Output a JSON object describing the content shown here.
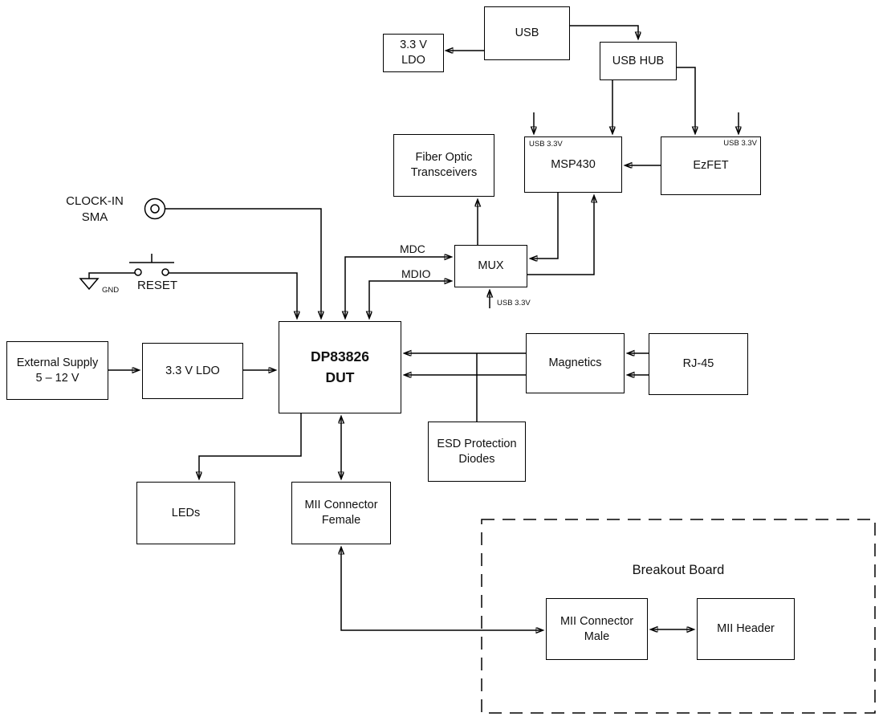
{
  "blocks": {
    "usb": {
      "label": "USB"
    },
    "ldo_top": {
      "label": "3.3 V\nLDO"
    },
    "usb_hub": {
      "label": "USB HUB"
    },
    "fiber": {
      "label": "Fiber Optic\nTransceivers"
    },
    "msp430": {
      "label": "MSP430",
      "supply_label": "USB 3.3V"
    },
    "ezfet": {
      "label": "EzFET",
      "supply_label": "USB 3.3V"
    },
    "mux": {
      "label": "MUX",
      "supply_label": "USB 3.3V"
    },
    "dut": {
      "label": "DP83826\nDUT"
    },
    "ext_supply": {
      "label": "External Supply\n5 – 12 V"
    },
    "ldo_left": {
      "label": "3.3 V LDO"
    },
    "magnetics": {
      "label": "Magnetics"
    },
    "rj45": {
      "label": "RJ-45"
    },
    "esd": {
      "label": "ESD Protection\nDiodes"
    },
    "leds": {
      "label": "LEDs"
    },
    "mii_female": {
      "label": "MII Connector\nFemale"
    },
    "mii_male": {
      "label": "MII Connector\nMale"
    },
    "mii_header": {
      "label": "MII Header"
    },
    "breakout": {
      "label": "Breakout Board"
    }
  },
  "labels": {
    "clock_in": "CLOCK-IN\nSMA",
    "reset": "RESET",
    "gnd": "GND",
    "mdc": "MDC",
    "mdio": "MDIO"
  },
  "colors": {
    "line": "#000000",
    "background": "#ffffff"
  }
}
